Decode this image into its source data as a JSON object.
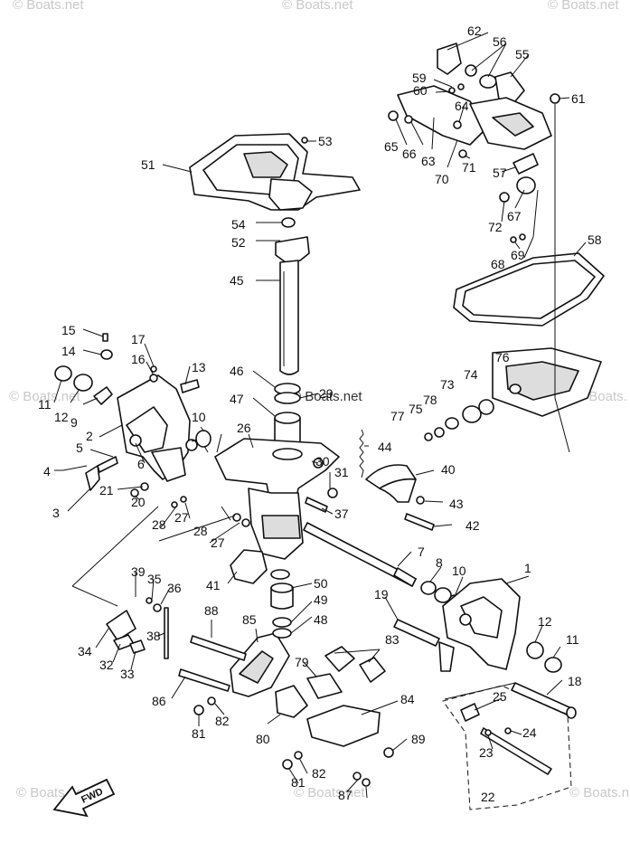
{
  "watermarks": {
    "top_left": "© Boats.net",
    "top_center": "© Boats.net",
    "top_right": "© Boats.net",
    "mid_left": "© Boats.net",
    "mid_center": "© Boats.net",
    "mid_right": "© Boats.",
    "bottom_left": "© Boats.net",
    "bottom_center": "© Boats.net",
    "bottom_right": "© Boats.n"
  },
  "fwd_label": "FWD",
  "callouts": [
    "1",
    "2",
    "3",
    "4",
    "5",
    "6",
    "7",
    "8",
    "9",
    "10",
    "11",
    "12",
    "13",
    "14",
    "15",
    "16",
    "17",
    "18",
    "19",
    "20",
    "21",
    "22",
    "23",
    "24",
    "25",
    "26",
    "27",
    "28",
    "29",
    "30",
    "31",
    "32",
    "33",
    "34",
    "35",
    "36",
    "37",
    "38",
    "39",
    "40",
    "41",
    "42",
    "43",
    "44",
    "45",
    "46",
    "47",
    "48",
    "49",
    "50",
    "51",
    "52",
    "53",
    "54",
    "55",
    "56",
    "57",
    "58",
    "59",
    "60",
    "61",
    "62",
    "63",
    "64",
    "65",
    "66",
    "67",
    "68",
    "69",
    "70",
    "71",
    "72",
    "73",
    "74",
    "75",
    "76",
    "77",
    "78",
    "79",
    "80",
    "81",
    "82",
    "83",
    "84",
    "85",
    "86",
    "87",
    "88",
    "89"
  ],
  "callouts_extra": {
    "label_10b": "10",
    "label_11b": "11",
    "label_12b": "12",
    "label_27b": "27",
    "label_28b": "28",
    "label_8b": "8",
    "label_81b": "81",
    "label_82b": "82"
  }
}
